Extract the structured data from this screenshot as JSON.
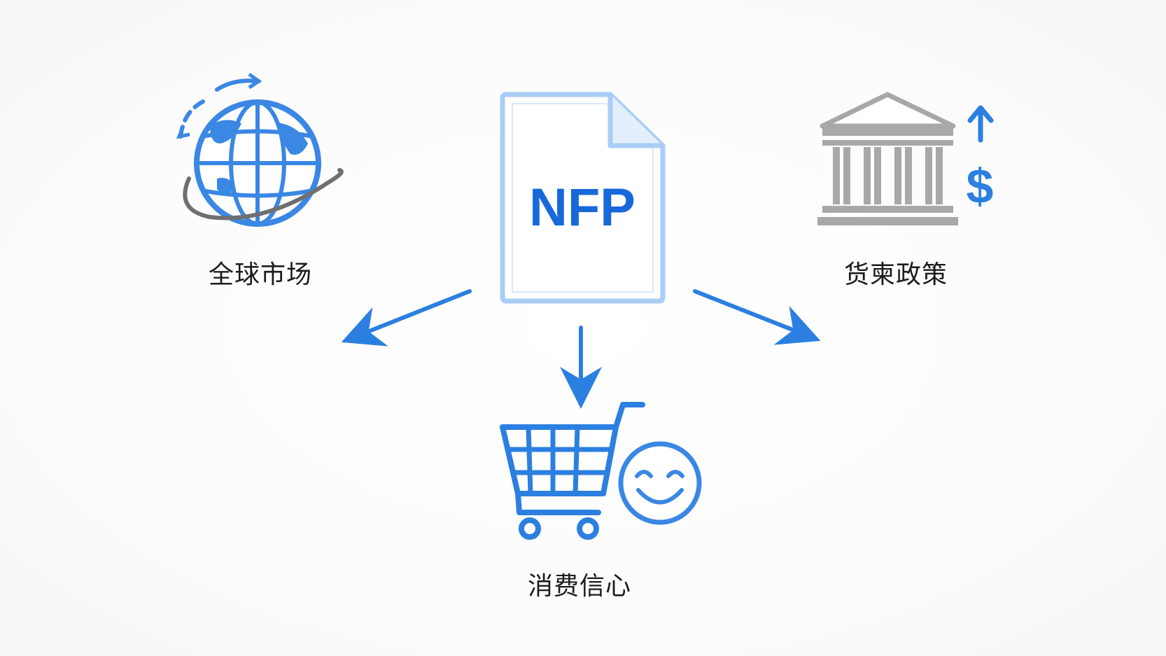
{
  "center_node": {
    "label": "NFP"
  },
  "nodes": {
    "global_market": {
      "label": "全球市场",
      "icon": "globe-icon"
    },
    "monetary_policy": {
      "label": "货柬政策",
      "icon": "bank-icon",
      "badge": "$"
    },
    "consumer_confidence": {
      "label": "消费信心",
      "icon": "shopping-cart-icon"
    }
  },
  "colors": {
    "accent_blue": "#2b7fe0",
    "light_blue": "#a9cdf6",
    "gray": "#a8a8a8",
    "text": "#1c1c1c"
  }
}
